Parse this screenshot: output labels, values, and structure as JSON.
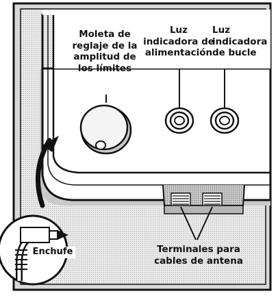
{
  "labels": {
    "knob": [
      "Moleta de",
      "reglaje de la",
      "amplitud de",
      "los límites"
    ],
    "power_light": [
      "Luz",
      "indicadora de",
      "alimentación"
    ],
    "loop_light": [
      "Luz",
      "indicadora",
      "de bucle"
    ],
    "terminals": [
      "Terminales para",
      "cables de antena"
    ],
    "plug": "Enchufe"
  }
}
